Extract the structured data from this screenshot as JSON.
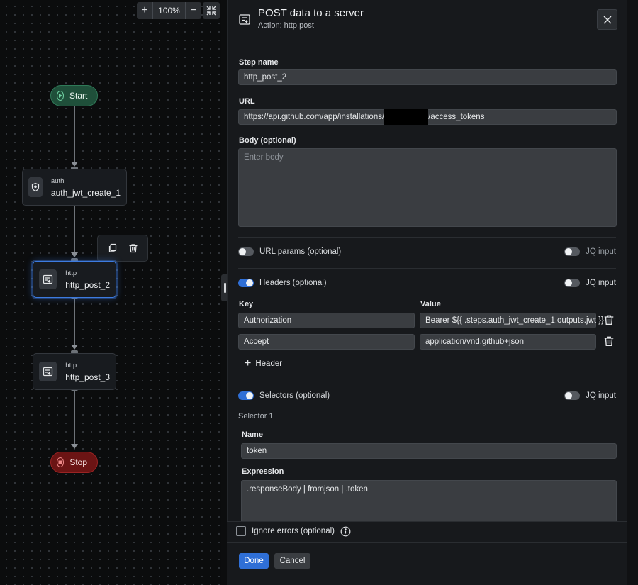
{
  "canvas": {
    "zoom": {
      "in_label": "+",
      "out_label": "−",
      "value": "100%"
    },
    "nodes": {
      "start": {
        "label": "Start"
      },
      "stop": {
        "label": "Stop"
      },
      "auth": {
        "type": "auth",
        "name": "auth_jwt_create_1"
      },
      "http_post_2": {
        "type": "http",
        "name": "http_post_2"
      },
      "http_post_3": {
        "type": "http",
        "name": "http_post_3"
      }
    }
  },
  "panel": {
    "title": "POST data to a server",
    "subtitle": "Action: http.post",
    "step_name": {
      "label": "Step name",
      "value": "http_post_2"
    },
    "url": {
      "label": "URL",
      "prefix": "https://api.github.com/app/installations/",
      "suffix": "/access_tokens"
    },
    "body": {
      "label": "Body (optional)",
      "placeholder": "Enter body"
    },
    "url_params": {
      "label": "URL params (optional)",
      "enabled": false,
      "jq_label": "JQ input"
    },
    "headers": {
      "label": "Headers (optional)",
      "enabled": true,
      "jq_label": "JQ input",
      "key_col": "Key",
      "value_col": "Value",
      "rows": [
        {
          "key": "Authorization",
          "value": "Bearer ${{ .steps.auth_jwt_create_1.outputs.jwt }}"
        },
        {
          "key": "Accept",
          "value": "application/vnd.github+json"
        }
      ],
      "add_label": "Header"
    },
    "selectors": {
      "label": "Selectors (optional)",
      "enabled": true,
      "jq_label": "JQ input",
      "items": [
        {
          "title": "Selector 1",
          "name_label": "Name",
          "name": "token",
          "expression_label": "Expression",
          "expression": ".responseBody | fromjson | .token"
        }
      ]
    },
    "ignore_errors": {
      "label": "Ignore errors (optional)",
      "checked": false
    },
    "actions": {
      "done": "Done",
      "cancel": "Cancel"
    }
  },
  "colors": {
    "accent": "#2f6fd6",
    "start": "#1f4f3a",
    "stop": "#6b1414"
  }
}
